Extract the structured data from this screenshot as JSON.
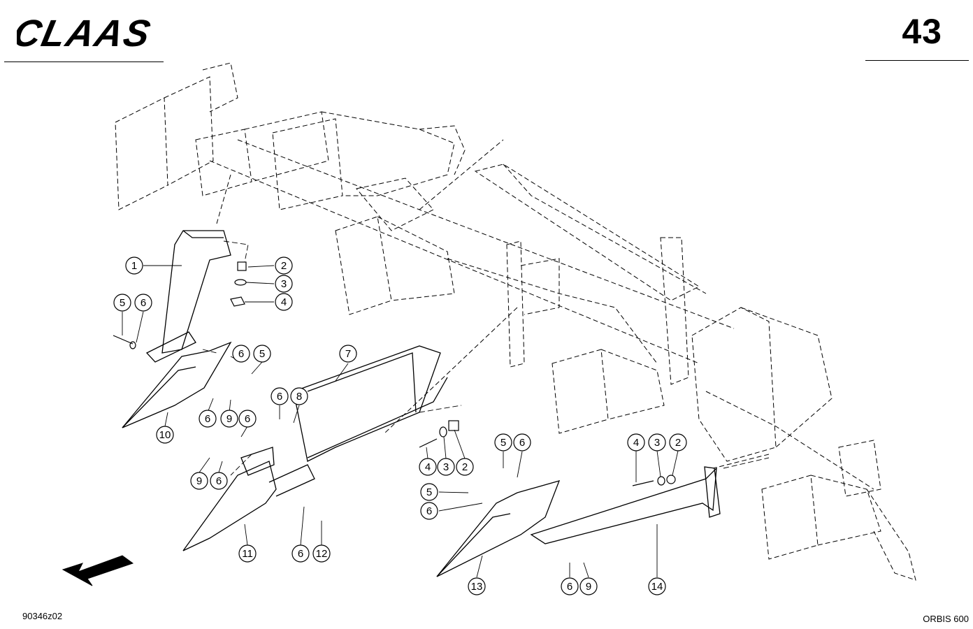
{
  "header": {
    "brand": "CLAAS",
    "page_number": "43"
  },
  "footer": {
    "drawing_id": "90346z02",
    "model": "ORBIS 600"
  },
  "callouts": [
    {
      "id": "c1",
      "label": "1"
    },
    {
      "id": "c2a",
      "label": "2"
    },
    {
      "id": "c3a",
      "label": "3"
    },
    {
      "id": "c4a",
      "label": "4"
    },
    {
      "id": "c5a",
      "label": "5"
    },
    {
      "id": "c6a",
      "label": "6"
    },
    {
      "id": "c6b",
      "label": "6"
    },
    {
      "id": "c5b",
      "label": "5"
    },
    {
      "id": "c7",
      "label": "7"
    },
    {
      "id": "c6c",
      "label": "6"
    },
    {
      "id": "c8",
      "label": "8"
    },
    {
      "id": "c6d",
      "label": "6"
    },
    {
      "id": "c9a",
      "label": "9"
    },
    {
      "id": "c6e",
      "label": "6"
    },
    {
      "id": "c10",
      "label": "10"
    },
    {
      "id": "c9b",
      "label": "9"
    },
    {
      "id": "c6f",
      "label": "6"
    },
    {
      "id": "c11",
      "label": "11"
    },
    {
      "id": "c6g",
      "label": "6"
    },
    {
      "id": "c12",
      "label": "12"
    },
    {
      "id": "c4b",
      "label": "4"
    },
    {
      "id": "c3b",
      "label": "3"
    },
    {
      "id": "c2b",
      "label": "2"
    },
    {
      "id": "c5c",
      "label": "5"
    },
    {
      "id": "c6h",
      "label": "6"
    },
    {
      "id": "c5d",
      "label": "5"
    },
    {
      "id": "c6i",
      "label": "6"
    },
    {
      "id": "c4c",
      "label": "4"
    },
    {
      "id": "c3c",
      "label": "3"
    },
    {
      "id": "c2c",
      "label": "2"
    },
    {
      "id": "c13",
      "label": "13"
    },
    {
      "id": "c6j",
      "label": "6"
    },
    {
      "id": "c9c",
      "label": "9"
    },
    {
      "id": "c14",
      "label": "14"
    }
  ]
}
